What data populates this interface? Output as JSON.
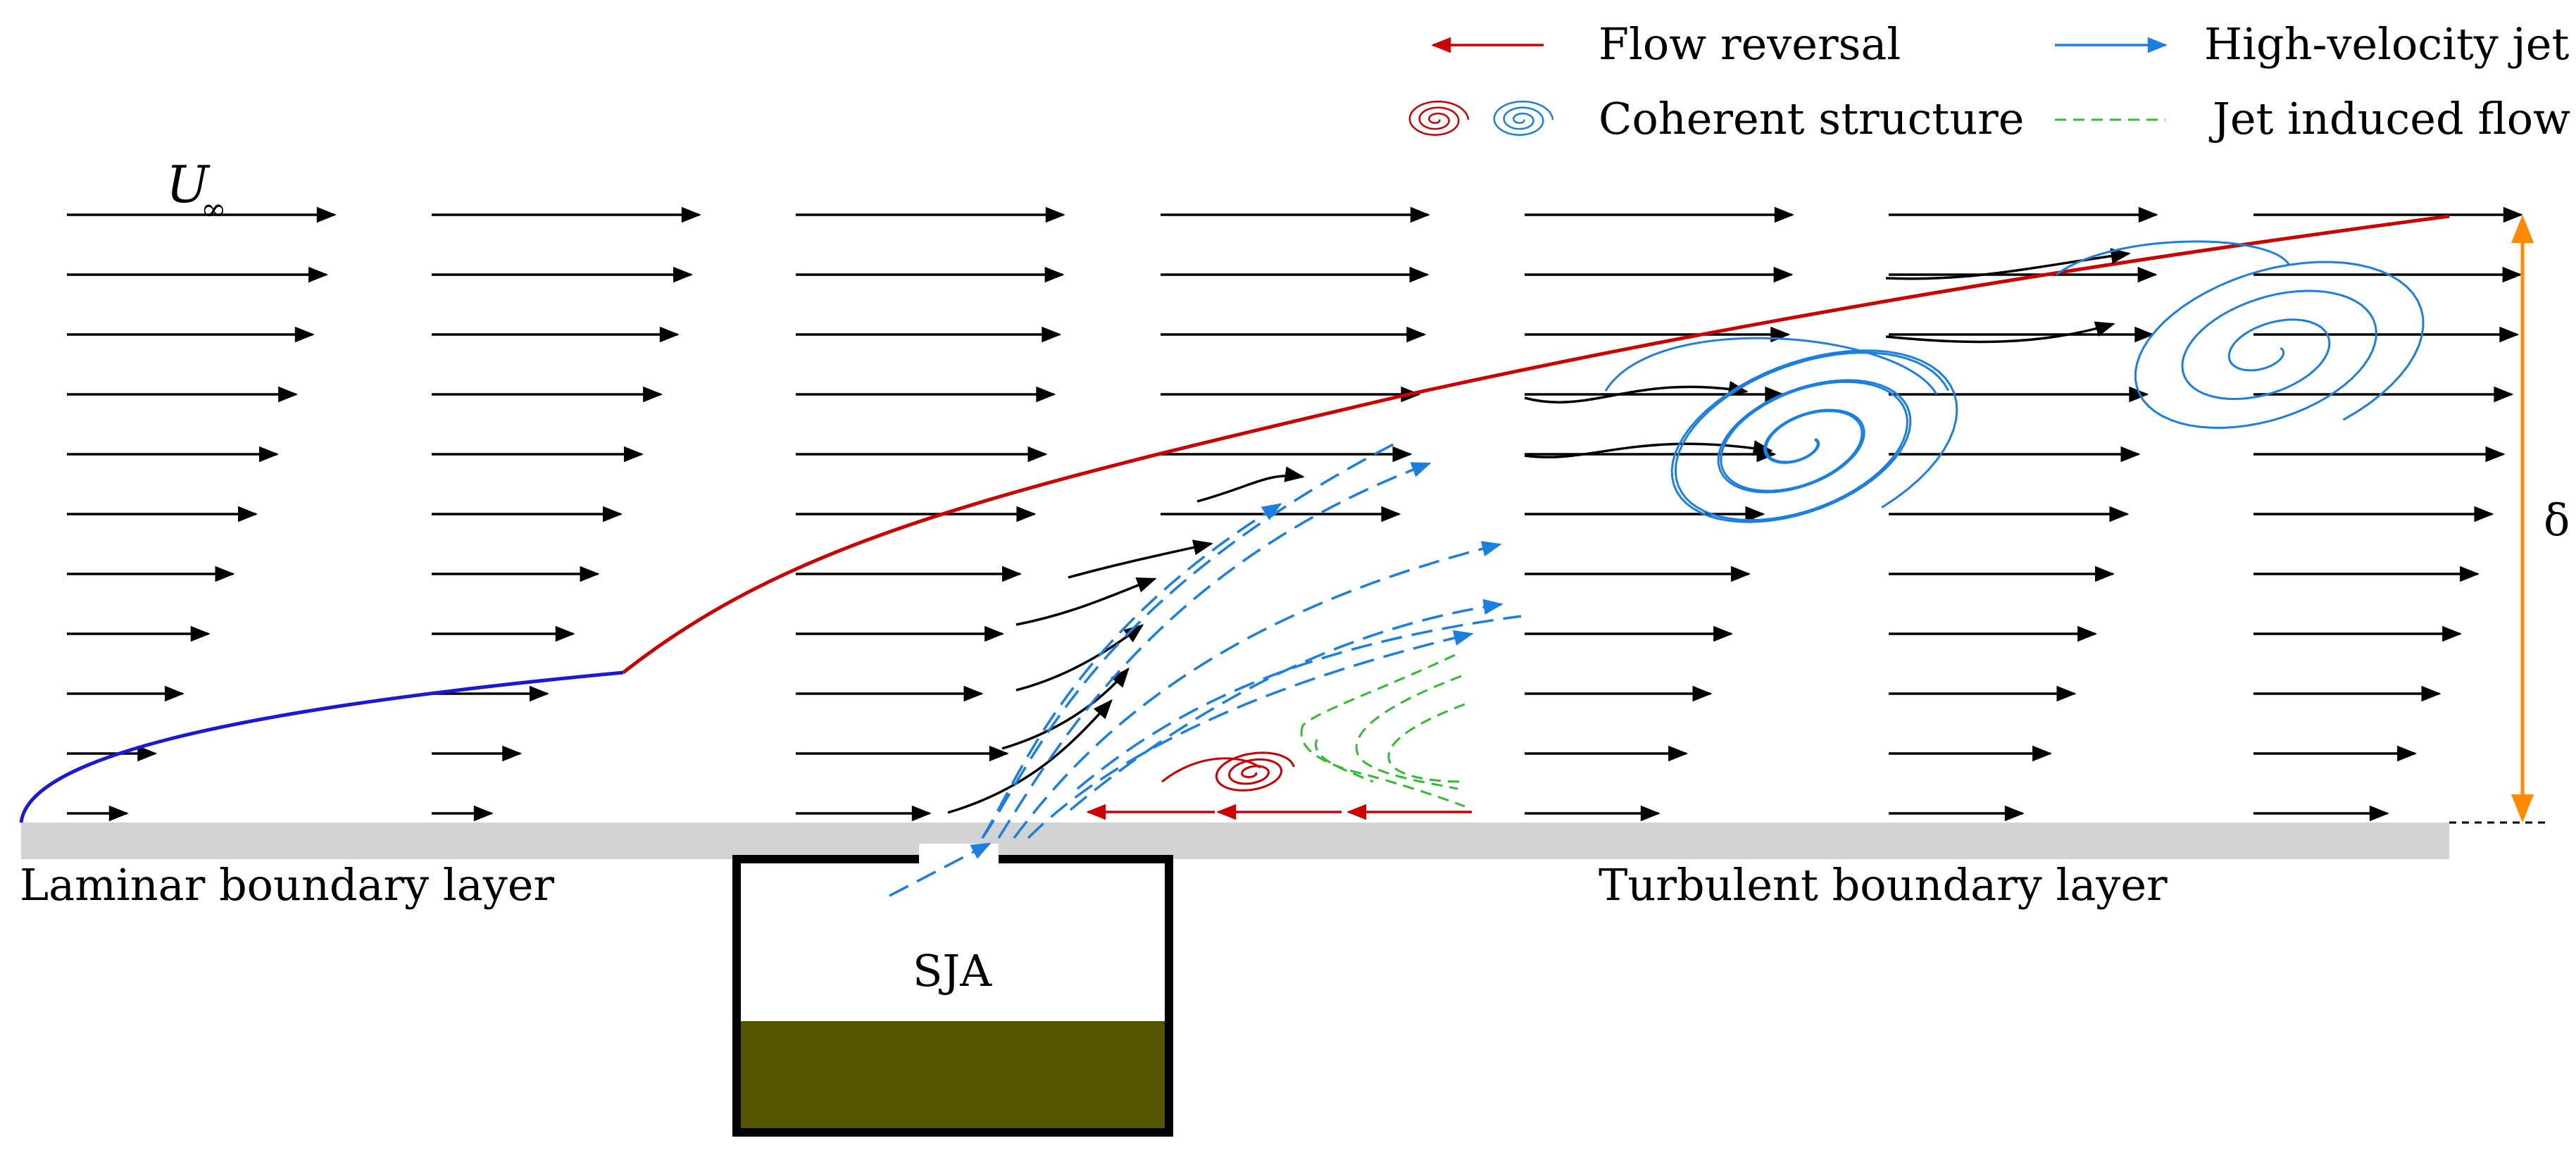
{
  "legend": {
    "flow_reversal": "Flow reversal",
    "high_velocity_jet": "High-velocity jet",
    "coherent_structure": "Coherent structure",
    "jet_induced_flow": "Jet induced flow"
  },
  "labels": {
    "freestream_symbol": "U",
    "freestream_subscript": "∞",
    "boundary_layer_thickness": "δ",
    "laminar": "Laminar boundary layer",
    "turbulent": "Turbulent boundary layer",
    "actuator": "SJA"
  },
  "colors": {
    "freestream_arrow": "#000000",
    "flow_reversal": "#cc0000",
    "high_velocity_jet": "#1a7fe0",
    "coherent_structure_red": "#cc0000",
    "coherent_structure_blue": "#1a7fe0",
    "jet_induced_flow": "#33bb33",
    "laminar_edge": "#1a1ad6",
    "turbulent_edge": "#cc0000",
    "wall": "#d3d3d3",
    "thickness_marker": "#ff8a00",
    "actuator_fill": "#555500"
  }
}
